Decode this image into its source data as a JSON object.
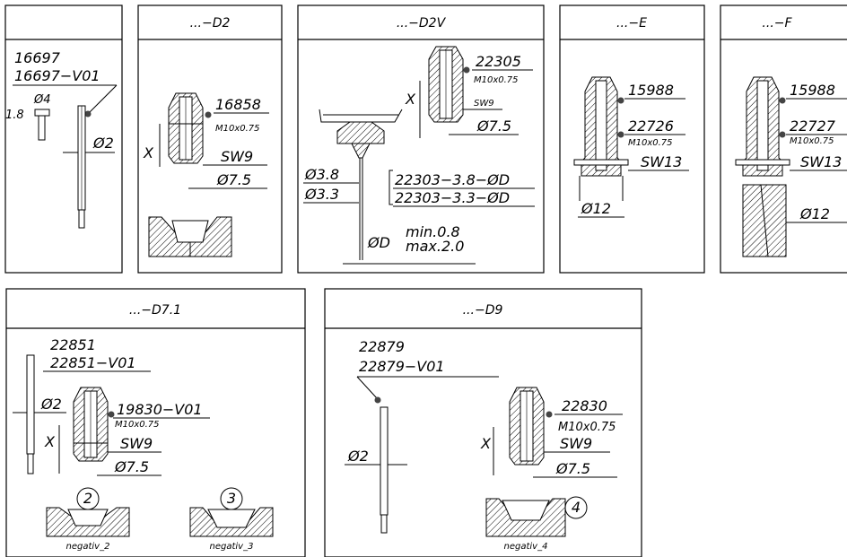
{
  "panels": {
    "p1": {
      "header": "",
      "labels": [
        "16697",
        "16697−V01",
        "Ø4",
        "1.8",
        "Ø2"
      ]
    },
    "p2": {
      "header": "...−D2",
      "labels": [
        "16858",
        "M10x0.75",
        "SW9",
        "Ø7.5",
        "X"
      ]
    },
    "p3": {
      "header": "...−D2V",
      "labels": [
        "22305",
        "M10x0.75",
        "SW9",
        "Ø7.5",
        "X",
        "Ø3.8",
        "Ø3.3",
        "22303−3.8−ØD",
        "22303−3.3−ØD",
        "ØD",
        "min.0.8",
        "max.2.0"
      ]
    },
    "p4": {
      "header": "...−E",
      "labels": [
        "15988",
        "22726",
        "M10x0.75",
        "SW13",
        "Ø12"
      ]
    },
    "p5": {
      "header": "...−F",
      "labels": [
        "15988",
        "22727",
        "M10x0.75",
        "SW13",
        "Ø12"
      ]
    },
    "p6": {
      "header": "...−D7.1",
      "labels": [
        "22851",
        "22851−V01",
        "Ø2",
        "19830−V01",
        "M10x0.75",
        "X",
        "SW9",
        "Ø7.5",
        "2",
        "3",
        "negativ_2",
        "negativ_3"
      ]
    },
    "p7": {
      "header": "...−D9",
      "labels": [
        "22879",
        "22879−V01",
        "Ø2",
        "22830",
        "M10x0.75",
        "X",
        "SW9",
        "Ø7.5",
        "4",
        "negativ_4"
      ]
    }
  }
}
